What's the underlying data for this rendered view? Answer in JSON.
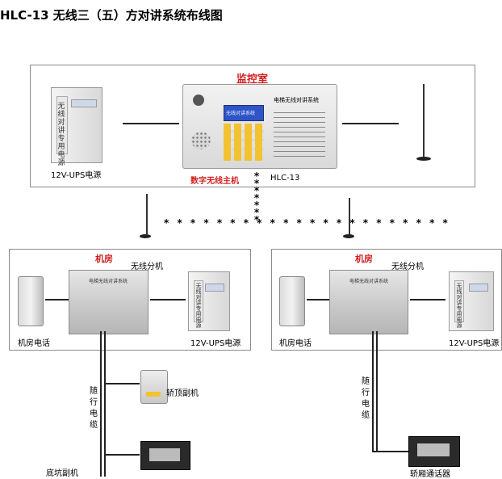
{
  "title": "HLC-13 无线三（五）方对讲系统布线图",
  "monitor_room": {
    "title": "监控室",
    "ups_label": "12V-UPS电源",
    "ups_front_text": "无线对讲专用电源",
    "host_label": "数字无线主机",
    "model_label": "HLC-13",
    "host_panel_title": "电梯无线对讲系统",
    "lcd_text": "无线对讲系统"
  },
  "machine_room_left": {
    "title": "机房",
    "unit_label": "无线分机",
    "phone_label": "机房电话",
    "ups_label": "12V-UPS电源",
    "ups_front_text": "无线对讲专用电源",
    "unit_front_text": "电梯无线对讲系统",
    "cable_label": "随行电缆",
    "car_top_label": "轿顶副机",
    "pit_label": "底坑副机"
  },
  "machine_room_right": {
    "title": "机房",
    "unit_label": "无线分机",
    "phone_label": "机房电话",
    "ups_label": "12V-UPS电源",
    "ups_front_text": "无线对讲专用电源",
    "unit_front_text": "电梯无线对讲系统",
    "cable_label": "随行电缆",
    "car_label": "轿厢通话器"
  },
  "colors": {
    "accent_red": "#d21e1e",
    "line": "#222222",
    "border": "#8a8a8a"
  }
}
